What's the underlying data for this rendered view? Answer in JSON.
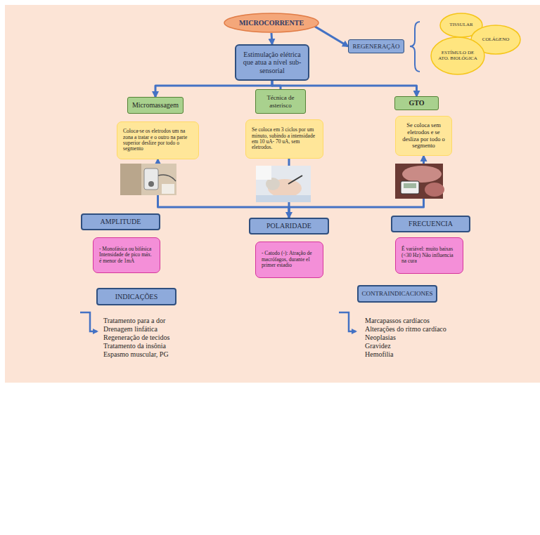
{
  "diagram": {
    "nodes": [
      {
        "text": [
          "MICROCORRENTE"
        ]
      },
      {
        "text": [
          "REGENERAÇÃO"
        ]
      },
      {
        "text": [
          "TISSULAR"
        ]
      },
      {
        "text": [
          "COLÁGENO"
        ]
      },
      {
        "text": [
          "ESTÍMULO DE ATO. BIOLÓGICA"
        ]
      },
      {
        "text": [
          "Estimulação elétrica que atua a nível sub-sensorial"
        ]
      },
      {
        "text": [
          "Micromassagem"
        ]
      },
      {
        "text": [
          "Técnica de asterisco"
        ]
      },
      {
        "text": [
          "GTO"
        ]
      },
      {
        "text": [
          "Coloca-se os eletrodos um na zona a tratar e o outro na parte superior deslize por todo o segmento"
        ]
      },
      {
        "text": [
          "Se coloca em 3 ciclos por um minuto, subindo a intensidade em 10 uA- 70 uA, sem eletrodos."
        ]
      },
      {
        "text": [
          "Se coloca sem eletrodos e se desliza por todo o segmento"
        ]
      },
      {
        "text": [
          "AMPLITUDE"
        ]
      },
      {
        "text": [
          "POLARIDADE"
        ]
      },
      {
        "text": [
          "FRECUENCIA"
        ]
      },
      {
        "text": [
          "- Monofásica ou bifásica Intensidade de pico máx. é menor de 1mA"
        ]
      },
      {
        "text": [
          "- Catodo (-): Atração de macrófagos, durante el primer estadio"
        ]
      },
      {
        "text": [
          "É variável: muito baixas (<30 Hz) Não influencia na cura"
        ]
      },
      {
        "text": [
          "INDICAÇÕES"
        ]
      },
      {
        "text": [
          "CONTRAINDICACIONES"
        ]
      }
    ],
    "edges": [
      {
        "from": 0,
        "to": 1,
        "arrow": "to"
      },
      {
        "from": 0,
        "to": 5,
        "arrow": "to"
      },
      {
        "from": 5,
        "to": 6,
        "arrow": "to"
      },
      {
        "from": 5,
        "to": 7,
        "arrow": "none"
      },
      {
        "from": 5,
        "to": 8,
        "arrow": "to"
      },
      {
        "from": 10,
        "to": 13,
        "arrow": "to"
      },
      {
        "from": 13,
        "to": 9,
        "arrow": "to"
      },
      {
        "from": 13,
        "to": 11,
        "arrow": "to"
      }
    ],
    "labels": [
      "Tratamento para a dor",
      "Drenagem linfática",
      "Regeneração de tecidos",
      "Tratamento da insônia",
      "Espasmo muscular, PG",
      "Marcapassos cardíacos",
      "Alterações do ritmo cardíaco",
      "Neoplasias",
      "Gravidez",
      "Hemofilia"
    ]
  }
}
